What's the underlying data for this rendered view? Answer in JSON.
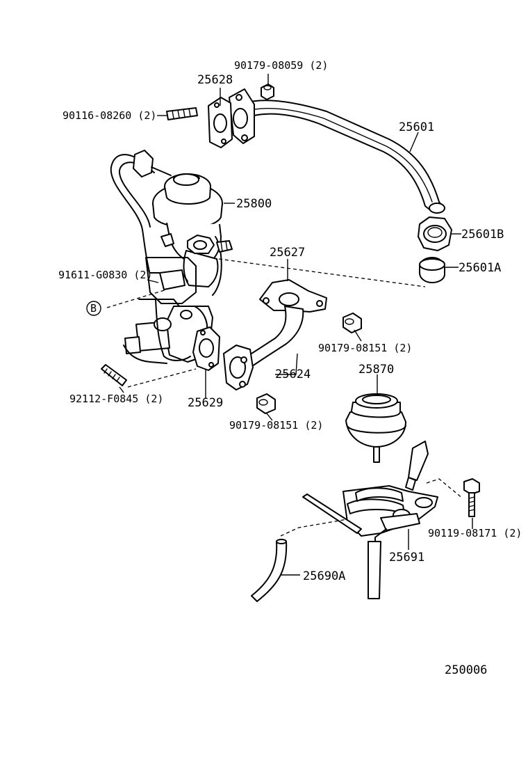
{
  "parts": {
    "p25628": "25628",
    "p90179_08059": "90179-08059 (2)",
    "p90116_08260": "90116-08260 (2)",
    "p25601": "25601",
    "p25800": "25800",
    "p25601B": "25601B",
    "p25601A": "25601A",
    "p25627": "25627",
    "p91611_G0830": "91611-G0830 (2)",
    "ref_B": "B",
    "p90179_08151_a": "90179-08151 (2)",
    "p25870": "25870",
    "p25624": "25624",
    "p92112_F0845": "92112-F0845 (2)",
    "p25629": "25629",
    "p90179_08151_b": "90179-08151 (2)",
    "p90119_08171": "90119-08171 (2)",
    "p25691": "25691",
    "p25690A": "25690A"
  },
  "diagram_id": "250006"
}
